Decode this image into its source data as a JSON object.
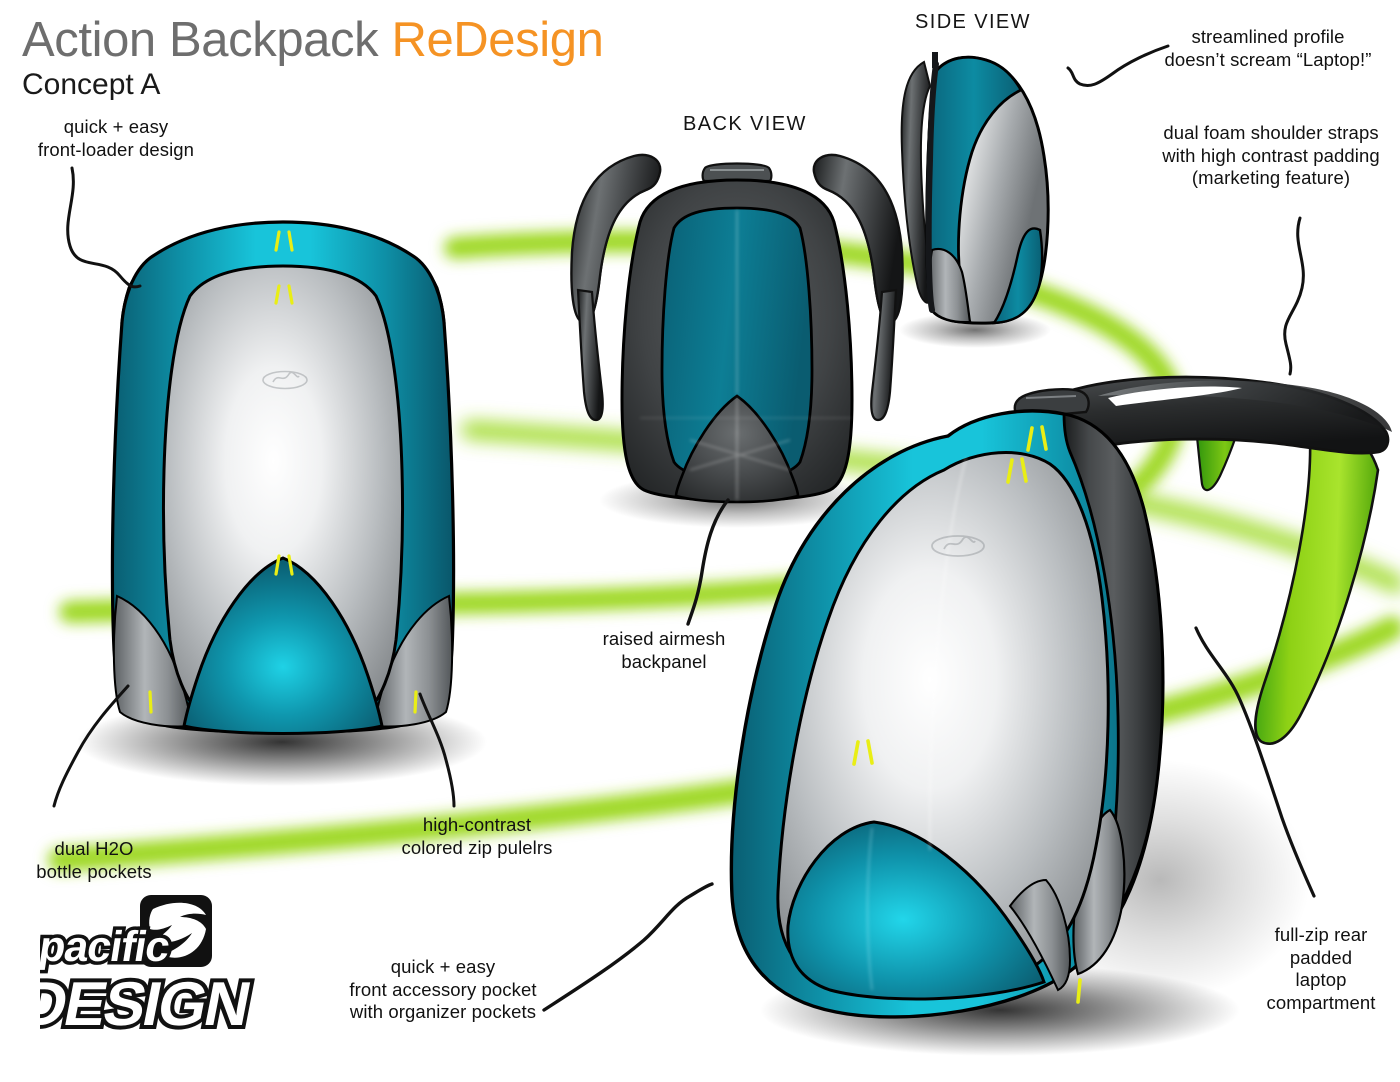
{
  "header": {
    "title_main": "Action Backpack ",
    "title_accent": "ReDesign",
    "subtitle": "Concept A"
  },
  "view_labels": {
    "back": "BACK VIEW",
    "side": "SIDE VIEW"
  },
  "annotations": {
    "front_loader": "quick + easy\nfront-loader design",
    "streamlined": "streamlined profile\ndoesn’t scream “Laptop!”",
    "shoulder_straps": "dual foam shoulder straps\nwith high contrast padding\n(marketing feature)",
    "airmesh": "raised airmesh\nbackpanel",
    "zip_pulls": "high-contrast\ncolored zip pulelrs",
    "h2o": "dual H2O\nbottle pockets",
    "accessory_pocket": "quick + easy\nfront accessory pocket\nwith organizer pockets",
    "laptop_compartment": "full-zip rear\npadded\nlaptop\ncompartment"
  },
  "logo": {
    "word_top": "pacific",
    "word_bottom": "DESIGN",
    "mark": "leaf-swoosh-icon"
  },
  "palette": {
    "teal_light": "#13b9cf",
    "teal": "#0e8fa6",
    "teal_dark": "#0b6b80",
    "silver_light": "#f2f2f2",
    "silver": "#b9bcbe",
    "silver_dark": "#7c8083",
    "charcoal": "#3a3d3f",
    "charcoal_dark": "#1c1e1f",
    "green": "#9ed824",
    "green_bright": "#8ecf15",
    "yellow_zip": "#e9ee15",
    "title_gray": "#6e6e6e",
    "accent_orange": "#f59324",
    "ink": "#111111"
  }
}
